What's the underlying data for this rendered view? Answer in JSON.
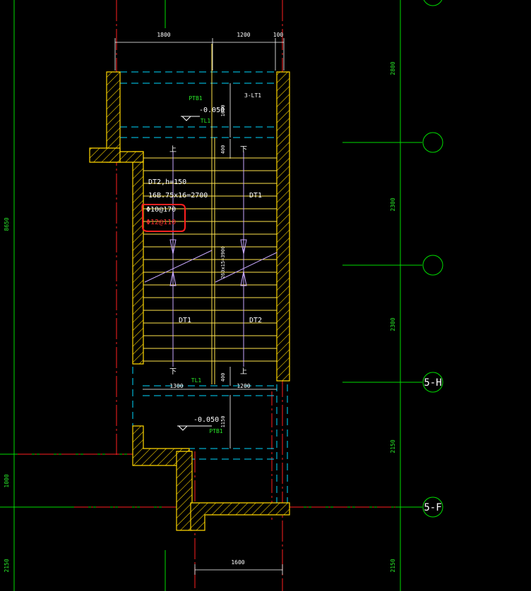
{
  "colors": {
    "background": "#000000",
    "wall": "#ffd700",
    "axis_line": "#00dd00",
    "red_line": "#ff2020",
    "cyan_dash": "#00d8ff",
    "stair_line": "#ffe44d",
    "white": "#ffffff",
    "green_text": "#29e829",
    "red_text": "#ff3030",
    "highlight": "#ff2020",
    "violet": "#c7a8ff"
  },
  "dims_top": {
    "d1": "1800",
    "d2": "1200",
    "d3": "100"
  },
  "dims_bottom_landing": {
    "d1": "1300",
    "d2": "1200"
  },
  "dims_bottom": {
    "d1": "1600"
  },
  "dims_inner": {
    "upper_landing": "1000",
    "upper_step": "400",
    "flight": "260x15=3900",
    "lower_step": "400",
    "lower_landing": "1150"
  },
  "dims_left": {
    "total": "8650",
    "lower": "1000",
    "bottom": "2150"
  },
  "dims_right": {
    "d1": "2800",
    "d2": "2300",
    "d3": "2300",
    "d4": "2150",
    "d5": "2150"
  },
  "labels": {
    "ptb_top": "PTB1",
    "elev_top": "-0.050",
    "tl_top": "TL1",
    "lt": "3-LT1",
    "up_left": "上",
    "down_right": "下",
    "dt2_h": "DT2,h=150",
    "steps": "16B.75x16=2700",
    "rebar1": "Φ10@170",
    "rebar2": "Φ12@110",
    "dt1_right": "DT1",
    "dt1_left": "DT1",
    "dt2_right": "DT2",
    "down_left": "下",
    "up_right": "上",
    "tl_bottom": "TL1",
    "elev_bottom": "-0.050",
    "ptb_bottom": "PTB1"
  },
  "axes": {
    "a1": "",
    "a2": "",
    "a3": "5-H",
    "a4": "5-F"
  }
}
